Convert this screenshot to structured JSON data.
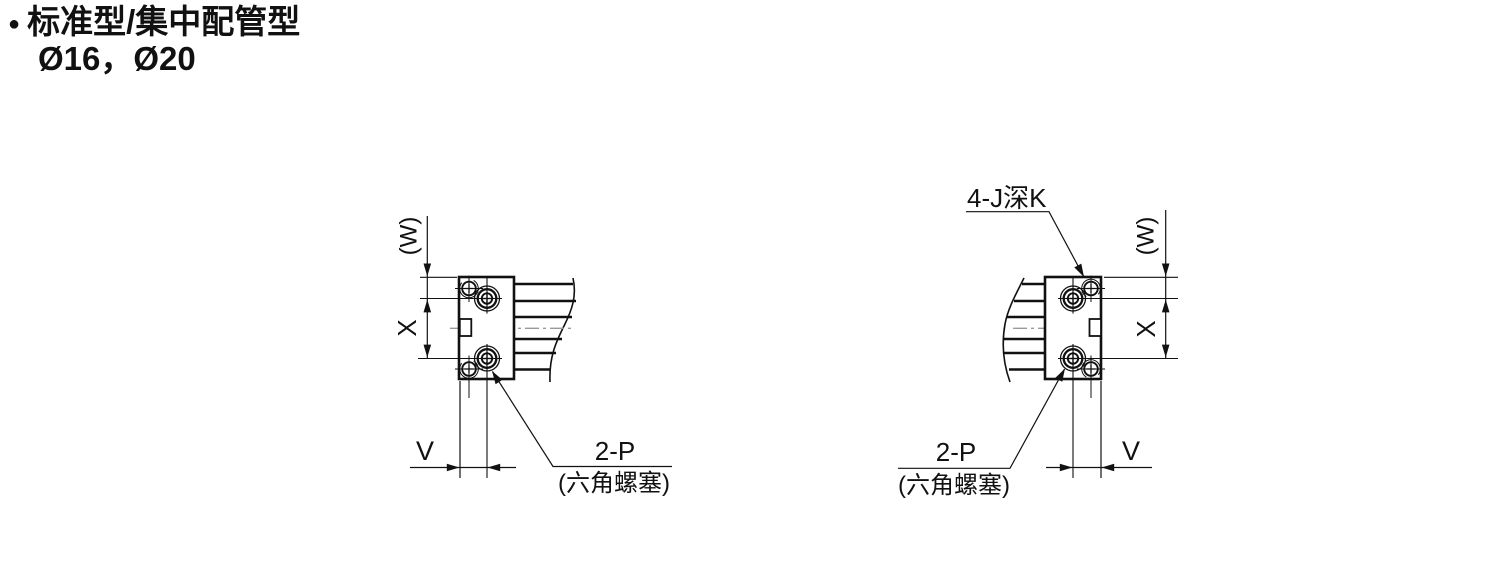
{
  "colors": {
    "line": "#111111",
    "centerline": "#999999",
    "background": "#ffffff"
  },
  "header": {
    "bullet": "●",
    "title": "标准型/集中配管型",
    "subtitle": "Ø16，Ø20"
  },
  "views": {
    "left": {
      "dim_w": "(W)",
      "dim_x": "X",
      "dim_v": "V",
      "port_count_label": "2-P",
      "port_plug_note": "(六角螺塞)"
    },
    "right": {
      "thread_label": "4-J深K",
      "dim_w": "(W)",
      "dim_x": "X",
      "dim_v": "V",
      "port_count_label": "2-P",
      "port_plug_note": "(六角螺塞)"
    }
  }
}
